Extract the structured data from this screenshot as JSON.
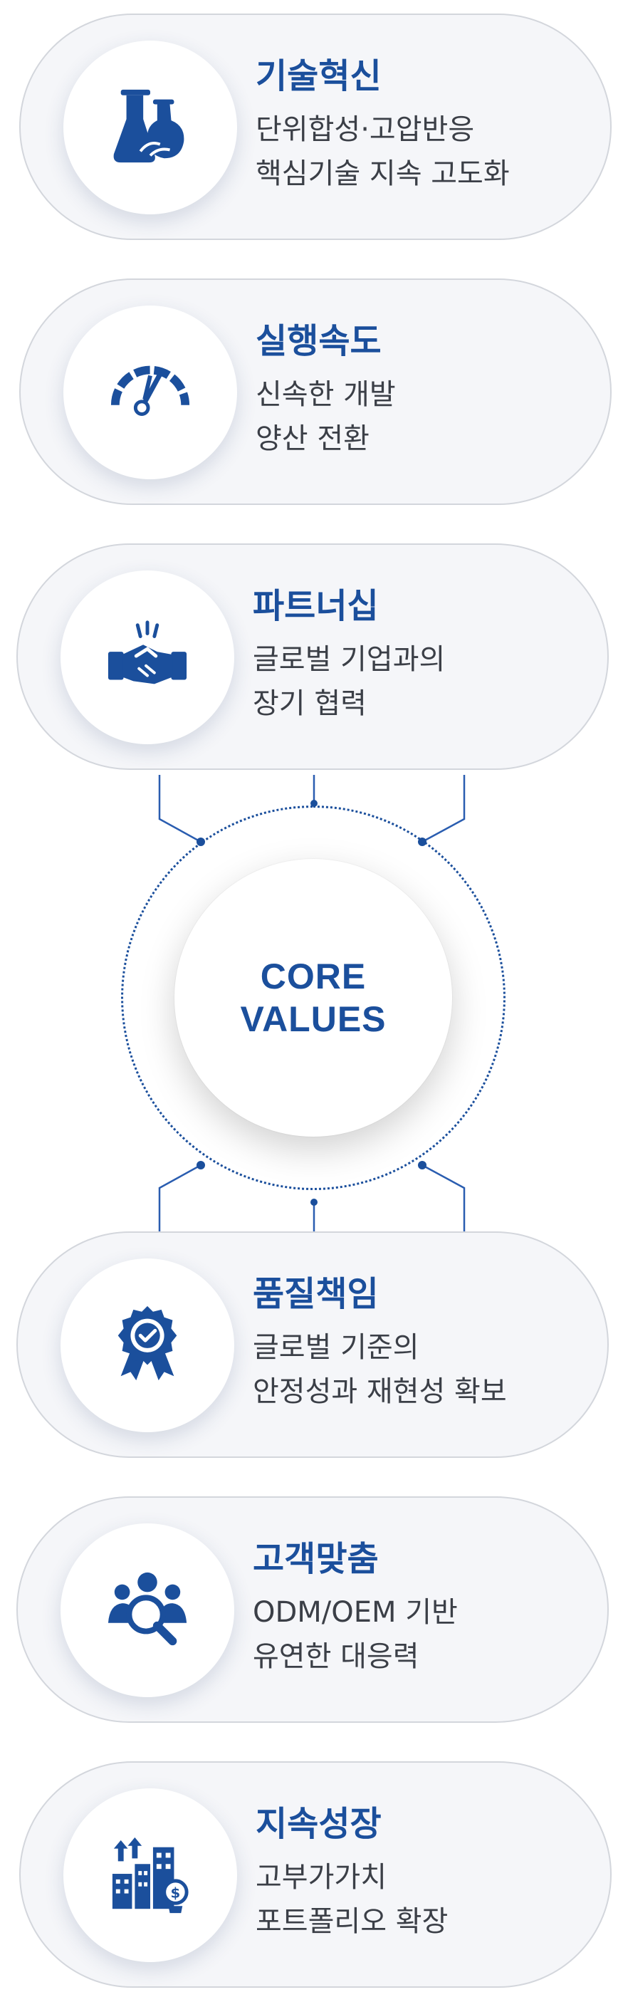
{
  "core": {
    "line1": "CORE",
    "line2": "VALUES"
  },
  "values": [
    {
      "title": "기술혁신",
      "line1": "단위합성·고압반응",
      "line2": "핵심기술 지속 고도화",
      "icon": "flask-icon"
    },
    {
      "title": "실행속도",
      "line1": "신속한 개발",
      "line2": "양산 전환",
      "icon": "speedometer-icon"
    },
    {
      "title": "파트너십",
      "line1": "글로벌 기업과의",
      "line2": "장기 협력",
      "icon": "handshake-icon"
    },
    {
      "title": "품질책임",
      "line1": "글로벌 기준의",
      "line2": "안정성과 재현성 확보",
      "icon": "quality-badge-icon"
    },
    {
      "title": "고객맞춤",
      "line1": "ODM/OEM 기반",
      "line2": "유연한 대응력",
      "icon": "customer-search-icon"
    },
    {
      "title": "지속성장",
      "line1": "고부가가치",
      "line2": "포트폴리오 확장",
      "icon": "growth-buildings-icon"
    }
  ],
  "colors": {
    "accent": "#1b4f9c",
    "text": "#3b3f47",
    "pill_bg": "#f5f6f9",
    "pill_border": "#d3d6dc"
  }
}
